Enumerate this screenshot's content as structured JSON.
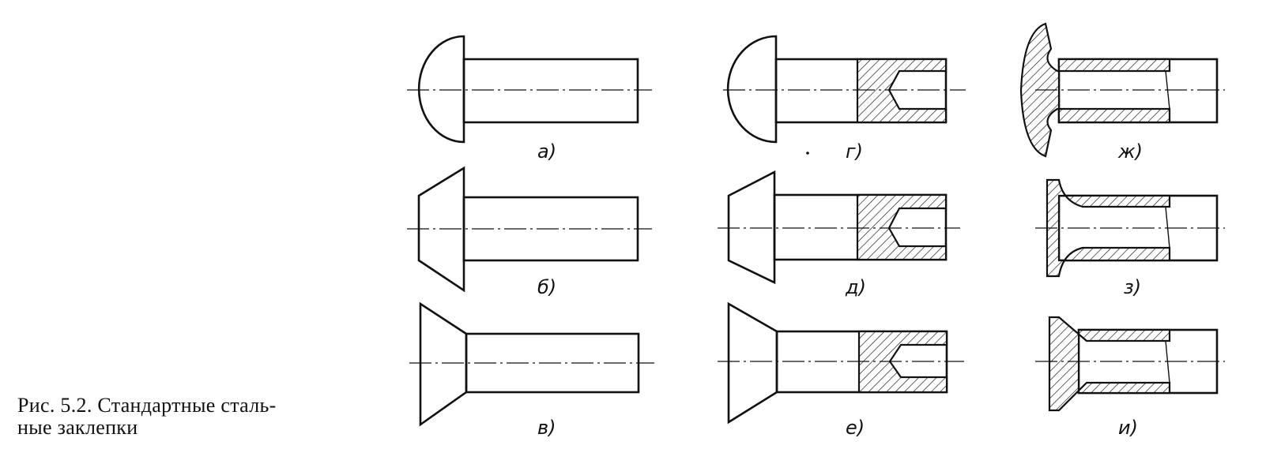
{
  "caption": {
    "line1": "Рис. 5.2. Стандартные сталь-",
    "line2": "ные заклепки"
  },
  "labels": {
    "a": "а)",
    "b": "б)",
    "v": "в)",
    "g": "г)",
    "d": "д)",
    "e": "е)",
    "zh": "ж)",
    "z": "з)",
    "i": "и)"
  }
}
